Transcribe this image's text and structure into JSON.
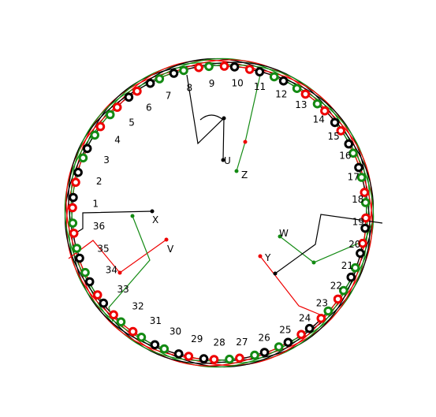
{
  "colors": {
    "red": "#ee0000",
    "black": "#000000",
    "green": "#138a13",
    "background": "#ffffff"
  },
  "slot_labels": [
    "1",
    "2",
    "3",
    "4",
    "5",
    "6",
    "7",
    "8",
    "9",
    "10",
    "11",
    "12",
    "13",
    "14",
    "15",
    "16",
    "17",
    "18",
    "19",
    "20",
    "21",
    "22",
    "23",
    "24",
    "25",
    "26",
    "27",
    "28",
    "29",
    "30",
    "31",
    "32",
    "33",
    "34",
    "35",
    "36"
  ],
  "terminals": {
    "U": "U",
    "V": "V",
    "W": "W",
    "X": "X",
    "Y": "Y",
    "Z": "Z"
  },
  "slot_pairs": [
    {
      "slot": "1",
      "pair": [
        "red",
        "black"
      ]
    },
    {
      "slot": "2",
      "pair": [
        "red",
        "black"
      ]
    },
    {
      "slot": "3",
      "pair": [
        "green",
        "black"
      ]
    },
    {
      "slot": "4",
      "pair": [
        "green",
        "red"
      ]
    },
    {
      "slot": "5",
      "pair": [
        "green",
        "red"
      ]
    },
    {
      "slot": "6",
      "pair": [
        "black",
        "red"
      ]
    },
    {
      "slot": "7",
      "pair": [
        "black",
        "green"
      ]
    },
    {
      "slot": "8",
      "pair": [
        "black",
        "green"
      ]
    },
    {
      "slot": "9",
      "pair": [
        "red",
        "green"
      ]
    },
    {
      "slot": "10",
      "pair": [
        "red",
        "black"
      ]
    },
    {
      "slot": "11",
      "pair": [
        "red",
        "black"
      ]
    },
    {
      "slot": "12",
      "pair": [
        "green",
        "black"
      ]
    },
    {
      "slot": "13",
      "pair": [
        "green",
        "red"
      ]
    },
    {
      "slot": "14",
      "pair": [
        "green",
        "red"
      ]
    },
    {
      "slot": "15",
      "pair": [
        "black",
        "red"
      ]
    },
    {
      "slot": "16",
      "pair": [
        "black",
        "green"
      ]
    },
    {
      "slot": "17",
      "pair": [
        "black",
        "green"
      ]
    },
    {
      "slot": "18",
      "pair": [
        "red",
        "green"
      ]
    },
    {
      "slot": "19",
      "pair": [
        "red",
        "black"
      ]
    },
    {
      "slot": "20",
      "pair": [
        "red",
        "black"
      ]
    },
    {
      "slot": "21",
      "pair": [
        "green",
        "black"
      ]
    },
    {
      "slot": "22",
      "pair": [
        "green",
        "red"
      ]
    },
    {
      "slot": "23",
      "pair": [
        "green",
        "red"
      ]
    },
    {
      "slot": "24",
      "pair": [
        "black",
        "red"
      ]
    },
    {
      "slot": "25",
      "pair": [
        "black",
        "green"
      ]
    },
    {
      "slot": "26",
      "pair": [
        "black",
        "green"
      ]
    },
    {
      "slot": "27",
      "pair": [
        "red",
        "green"
      ]
    },
    {
      "slot": "28",
      "pair": [
        "red",
        "black"
      ]
    },
    {
      "slot": "29",
      "pair": [
        "red",
        "black"
      ]
    },
    {
      "slot": "30",
      "pair": [
        "green",
        "black"
      ]
    },
    {
      "slot": "31",
      "pair": [
        "green",
        "red"
      ]
    },
    {
      "slot": "32",
      "pair": [
        "green",
        "red"
      ]
    },
    {
      "slot": "33",
      "pair": [
        "black",
        "red"
      ]
    },
    {
      "slot": "34",
      "pair": [
        "black",
        "green"
      ]
    },
    {
      "slot": "35",
      "pair": [
        "black",
        "green"
      ]
    },
    {
      "slot": "36",
      "pair": [
        "red",
        "green"
      ]
    }
  ]
}
